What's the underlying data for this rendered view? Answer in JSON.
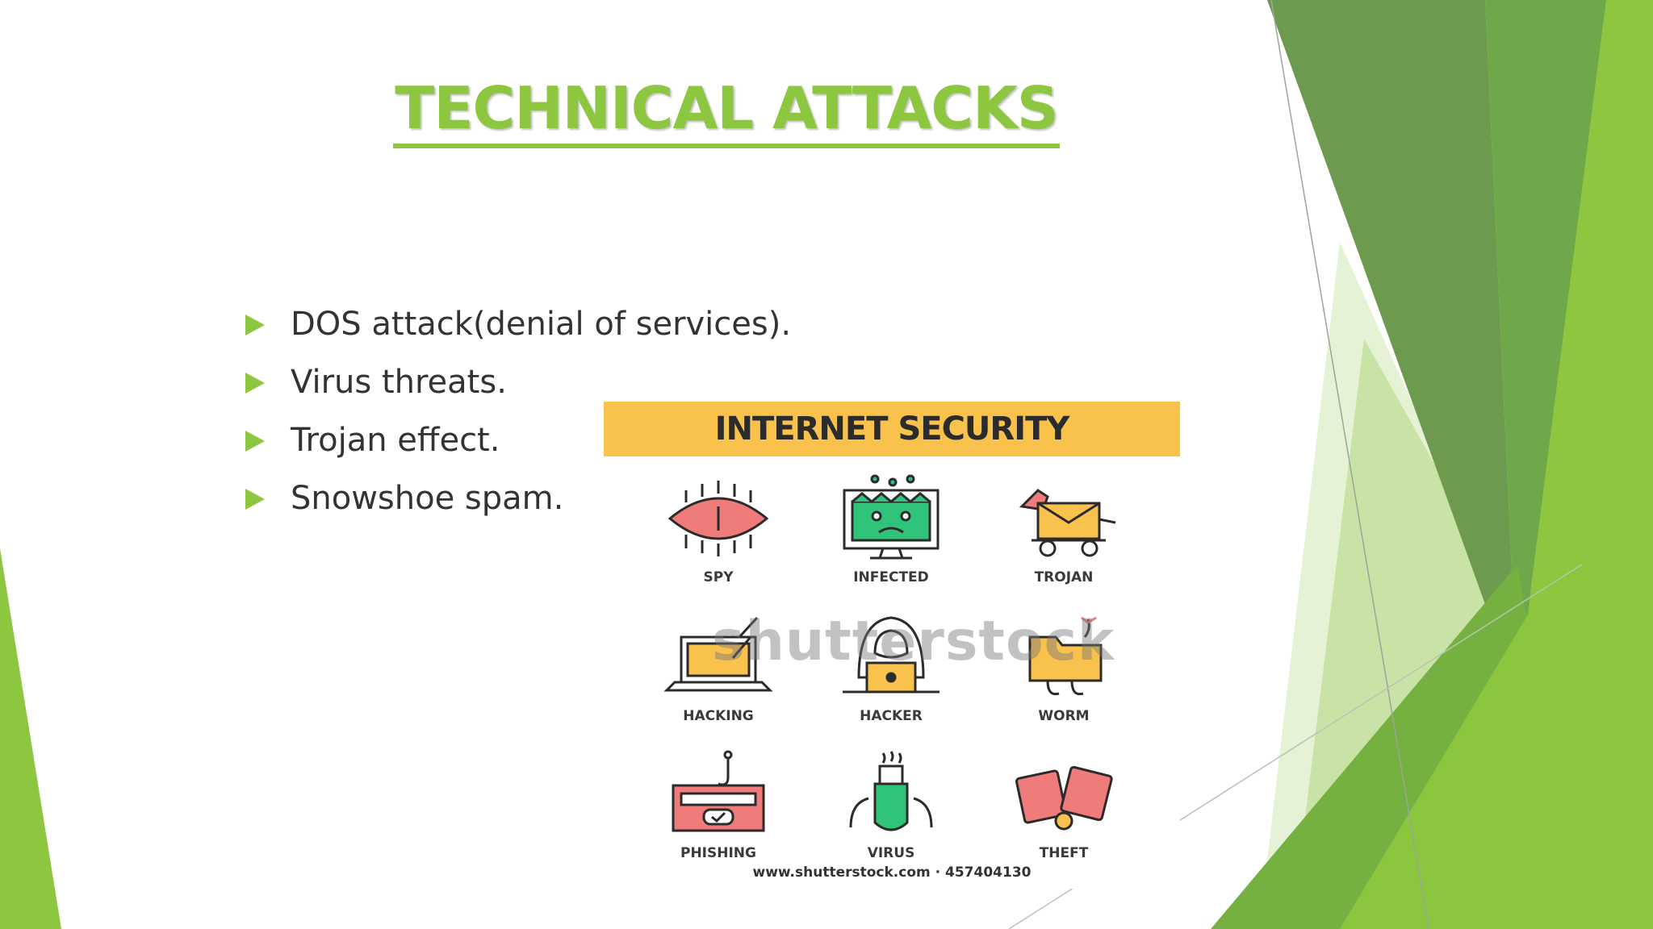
{
  "slide": {
    "title": "TECHNICAL ATTACKS",
    "bullets": [
      "DOS attack(denial of services).",
      "Virus threats.",
      "Trojan effect.",
      "Snowshoe spam."
    ]
  },
  "infographic": {
    "banner": "INTERNET SECURITY",
    "icons": [
      {
        "label": "SPY",
        "icon": "spy-eye-icon"
      },
      {
        "label": "INFECTED",
        "icon": "infected-monitor-icon"
      },
      {
        "label": "TROJAN",
        "icon": "trojan-horse-icon"
      },
      {
        "label": "HACKING",
        "icon": "hacking-laptop-icon"
      },
      {
        "label": "HACKER",
        "icon": "hacker-hood-icon"
      },
      {
        "label": "WORM",
        "icon": "worm-folder-icon"
      },
      {
        "label": "PHISHING",
        "icon": "phishing-hook-icon"
      },
      {
        "label": "VIRUS",
        "icon": "virus-usb-icon"
      },
      {
        "label": "THEFT",
        "icon": "theft-card-icon"
      }
    ],
    "watermark": "shutterstock",
    "credit": "www.shutterstock.com · 457404130"
  },
  "colors": {
    "accent": "#8dc63f",
    "banner": "#f9c24d",
    "dark_green": "#6a9a46",
    "mid_green": "#7fb83c",
    "light_green": "#d8ebc0"
  }
}
